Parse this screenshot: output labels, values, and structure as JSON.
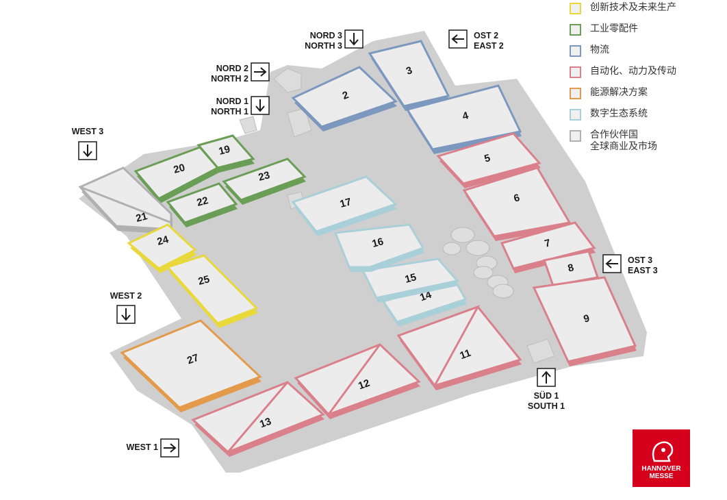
{
  "legend": [
    {
      "key": "innovation",
      "label": "创新技术及未来生产",
      "color": "#e8d83a"
    },
    {
      "key": "industrial",
      "label": "工业零配件",
      "color": "#6a9e56"
    },
    {
      "key": "logistics",
      "label": "物流",
      "color": "#7c98be"
    },
    {
      "key": "automation",
      "label": "自动化、动力及传动",
      "color": "#d9808a"
    },
    {
      "key": "energy",
      "label": "能源解决方案",
      "color": "#e39a4a"
    },
    {
      "key": "digital",
      "label": "数字生态系统",
      "color": "#a9cfd8"
    },
    {
      "key": "partner",
      "label": "合作伙伴国\n全球商业及市场",
      "color": "#b0b0b0"
    }
  ],
  "halls": [
    {
      "id": "2",
      "label": "2",
      "category": "logistics"
    },
    {
      "id": "3",
      "label": "3",
      "category": "logistics"
    },
    {
      "id": "4",
      "label": "4",
      "category": "logistics"
    },
    {
      "id": "5",
      "label": "5",
      "category": "automation"
    },
    {
      "id": "6",
      "label": "6",
      "category": "automation"
    },
    {
      "id": "7",
      "label": "7",
      "category": "automation"
    },
    {
      "id": "8",
      "label": "8",
      "category": "automation"
    },
    {
      "id": "9",
      "label": "9",
      "category": "automation"
    },
    {
      "id": "11",
      "label": "11",
      "category": "automation"
    },
    {
      "id": "12",
      "label": "12",
      "category": "automation"
    },
    {
      "id": "13",
      "label": "13",
      "category": "automation"
    },
    {
      "id": "14",
      "label": "14",
      "category": "digital"
    },
    {
      "id": "15",
      "label": "15",
      "category": "digital"
    },
    {
      "id": "16",
      "label": "16",
      "category": "digital"
    },
    {
      "id": "17",
      "label": "17",
      "category": "digital"
    },
    {
      "id": "19",
      "label": "19",
      "category": "industrial"
    },
    {
      "id": "20",
      "label": "20",
      "category": "industrial"
    },
    {
      "id": "21",
      "label": "21",
      "category": "partner"
    },
    {
      "id": "22",
      "label": "22",
      "category": "industrial"
    },
    {
      "id": "23",
      "label": "23",
      "category": "industrial"
    },
    {
      "id": "24",
      "label": "24",
      "category": "innovation"
    },
    {
      "id": "25",
      "label": "25",
      "category": "innovation"
    },
    {
      "id": "27",
      "label": "27",
      "category": "energy"
    }
  ],
  "gates": [
    {
      "id": "nord3",
      "lines": [
        "NORD 3",
        "NORTH 3"
      ],
      "arrow": "down"
    },
    {
      "id": "ost2",
      "lines": [
        "OST 2",
        "EAST 2"
      ],
      "arrow": "left"
    },
    {
      "id": "nord2",
      "lines": [
        "NORD 2",
        "NORTH 2"
      ],
      "arrow": "right"
    },
    {
      "id": "nord1",
      "lines": [
        "NORD 1",
        "NORTH 1"
      ],
      "arrow": "down"
    },
    {
      "id": "west3",
      "lines": [
        "WEST 3"
      ],
      "arrow": "down"
    },
    {
      "id": "ost3",
      "lines": [
        "OST 3",
        "EAST 3"
      ],
      "arrow": "left"
    },
    {
      "id": "west2",
      "lines": [
        "WEST 2"
      ],
      "arrow": "down"
    },
    {
      "id": "sud1",
      "lines": [
        "SÜD 1",
        "SOUTH 1"
      ],
      "arrow": "up"
    },
    {
      "id": "west1",
      "lines": [
        "WEST 1"
      ],
      "arrow": "right"
    }
  ],
  "logo": {
    "line1": "HANNOVER",
    "line2": "MESSE"
  }
}
